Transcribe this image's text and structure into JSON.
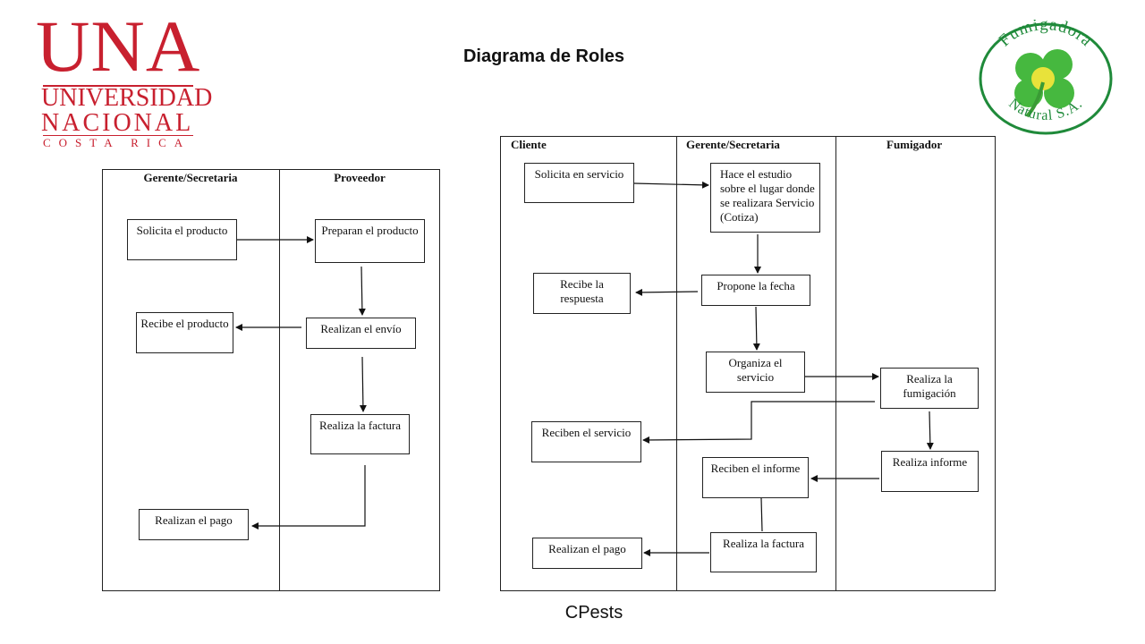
{
  "title": "Diagrama de Roles",
  "footer": "CPests",
  "una_logo": {
    "line1": "UNA",
    "line2": "UNIVERSIDAD",
    "line3": "NACIONAL",
    "line4": "COSTA RICA",
    "color": "#c8202f"
  },
  "fumigadora_logo": {
    "top_text": "Fumigadora",
    "bottom_text": "Natural S.A.",
    "color": "#1f8a3a",
    "icon": "clover-icon"
  },
  "left_diagram": {
    "lanes": [
      "Gerente/Secretaria",
      "Proveedor"
    ],
    "nodes": {
      "solicita_producto": "Solicita el producto",
      "preparan_producto": "Preparan el producto",
      "realizan_envio": "Realizan el envío",
      "recibe_producto": "Recibe el producto",
      "realiza_factura": "Realiza la factura",
      "realizan_pago": "Realizan el pago"
    }
  },
  "right_diagram": {
    "lanes": [
      "Cliente",
      "Gerente/Secretaria",
      "Fumigador"
    ],
    "nodes": {
      "solicita_servicio": "Solicita en servicio",
      "hace_estudio": "Hace el estudio sobre el lugar donde se realizara Servicio (Cotiza)",
      "recibe_respuesta": "Recibe la respuesta",
      "propone_fecha": "Propone la fecha",
      "organiza_servicio": "Organiza el servicio",
      "realiza_fumigacion": "Realiza la fumigación",
      "reciben_servicio": "Reciben el servicio",
      "realiza_informe": "Realiza informe",
      "reciben_informe": "Reciben el informe",
      "realiza_factura": "Realiza la factura",
      "realizan_pago": "Realizan el pago"
    }
  }
}
